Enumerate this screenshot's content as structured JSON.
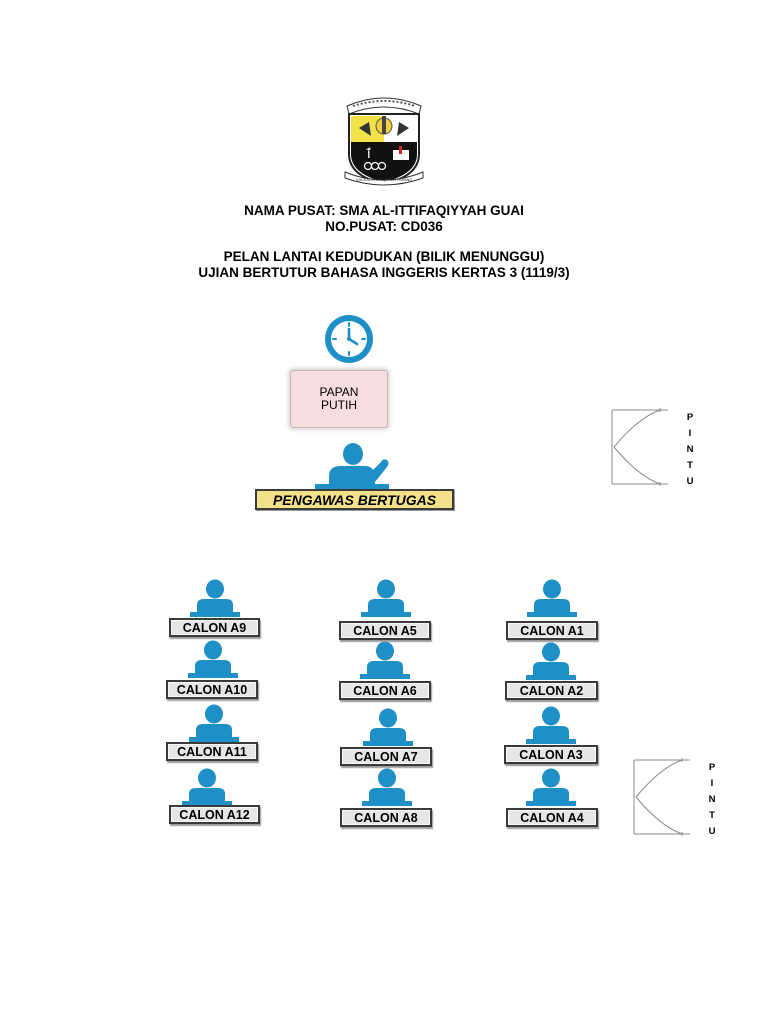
{
  "header": {
    "centre_name": "NAMA PUSAT: SMA AL-ITTIFAQIYYAH GUAI",
    "centre_no": "NO.PUSAT: CD036",
    "plan_title": "PELAN LANTAI KEDUDUKAN (BILIK MENUNGGU)",
    "exam_title": "UJIAN BERTUTUR BAHASA INGGERIS KERTAS 3 (1119/3)"
  },
  "logo": {
    "bottom_text": "S.M.A   AL-ITTIFAQIYYAH   PAHANG"
  },
  "board": {
    "line1": "PAPAN",
    "line2": "PUTIH"
  },
  "invigilator": {
    "label": "PENGAWAS BERTUGAS"
  },
  "seats": {
    "a9": "CALON A9",
    "a5": "CALON A5",
    "a1": "CALON A1",
    "a10": "CALON A10",
    "a6": "CALON A6",
    "a2": "CALON A2",
    "a11": "CALON A11",
    "a7": "CALON A7",
    "a3": "CALON A3",
    "a12": "CALON A12",
    "a8": "CALON A8",
    "a4": "CALON A4"
  },
  "door": {
    "letters": [
      "P",
      "I",
      "N",
      "T",
      "U"
    ]
  },
  "colors": {
    "person": "#1f8fc8",
    "board_fill": "#f6dde0",
    "invig_label": "#f3e18a",
    "seat_label": "#e6e6e6"
  },
  "icons": [
    "school-logo-icon",
    "clock-icon",
    "person-icon",
    "door-icon"
  ]
}
